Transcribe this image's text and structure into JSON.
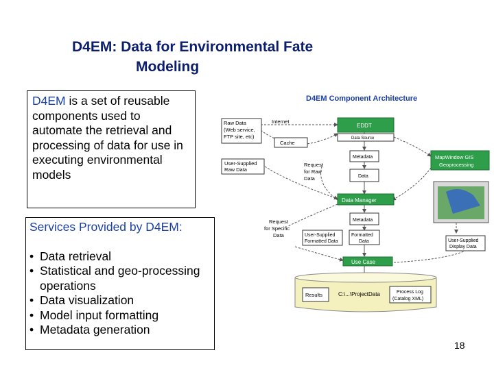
{
  "title": {
    "line1": "D4EM:  Data for Environmental Fate",
    "line2": "Modeling"
  },
  "intro": {
    "accent": "D4EM",
    "rest": " is a set of reusable components used to automate the retrieval and processing of data for use in executing environmental models"
  },
  "services": {
    "header": "Services Provided by D4EM:",
    "items": [
      "Data retrieval",
      "Statistical and geo-processing operations",
      "Data visualization",
      "Model input formatting",
      "Metadata generation"
    ]
  },
  "page_number": "18",
  "diagram": {
    "title": "D4EM Component Architecture",
    "raw_data": [
      "Raw Data",
      "(Web service,",
      "FTP site, etc)"
    ],
    "internet": "Internet",
    "cache": "Cache",
    "user_raw": [
      "User-Supplied",
      "Raw Data"
    ],
    "request_raw": [
      "Request",
      "for Raw",
      "Data"
    ],
    "eddt": "EDDT",
    "data_source": "Data Source",
    "metadata_1": "Metadata",
    "data_box": "Data",
    "mapwindow": [
      "MapWindow GIS",
      "Geoprocessing"
    ],
    "data_manager": "Data Manager",
    "metadata_2": "Metadata",
    "request_specific": [
      "Request",
      "for Specific",
      "Data"
    ],
    "user_formatted": [
      "User-Supplied",
      "Formatted Data"
    ],
    "formatted_data": [
      "Formatted",
      "Data"
    ],
    "user_display": [
      "User-Supplied",
      "Display Data"
    ],
    "use_case": "Use Case",
    "results": "Results",
    "project_data": "C:\\...\\ProjectData",
    "process_log": [
      "Process Log",
      "(Catalog XML)"
    ]
  },
  "colors": {
    "title": "#0b1d6e",
    "accent_text": "#1a3fa8",
    "green_box": "#2f9e4a",
    "cylinder": "#f4f1bf"
  }
}
